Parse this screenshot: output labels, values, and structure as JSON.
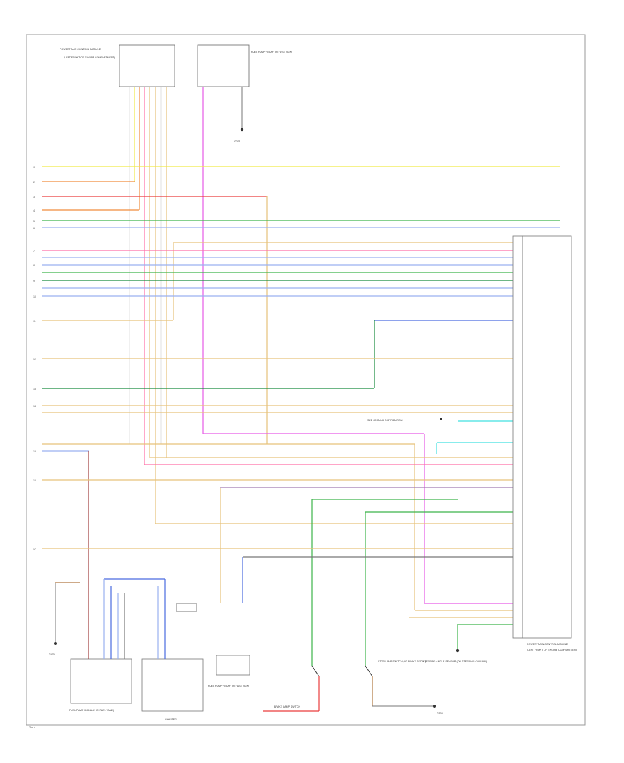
{
  "colors": {
    "yellow": "#f0ea46",
    "orange": "#f08c3c",
    "red": "#ea3c3c",
    "pink": "#ff6fa6",
    "magenta": "#e65be6",
    "violet": "#8a5ad6",
    "green": "#3cb44a",
    "darkgreen": "#168a3c",
    "cyan": "#42e0e0",
    "blue": "#4a6be0",
    "lightblue": "#9ab0f0",
    "tan": "#e6c27a",
    "brown": "#b07840",
    "darkred": "#a03c3c",
    "gray": "#777777",
    "black": "#222222"
  },
  "diagram": {
    "pcm_label": "POWERTRAIN CONTROL MODULE",
    "pcm_sub": "(LEFT FRONT OF ENGINE COMPARTMENT)",
    "cluster_label": "CLUSTER",
    "fuel_sender_label": "FUEL PUMP MODULE (IN FUEL TANK)",
    "fuel_pump_relay_label": "FUEL PUMP RELAY (IN FUSE BOX)",
    "brake_switch_label": "BRAKE LAMP SWITCH",
    "stop_lamp_label": "STOP LAMP SWITCH (AT BRAKE PEDAL)",
    "steering_sensor_label": "STEERING ANGLE SENSOR (ON STEERING COLUMN)",
    "ground_label_1": "G201",
    "ground_label_2": "G300",
    "ground_label_3": "G104",
    "note_label": "SEE GROUND DISTRIBUTION",
    "page_ref": "2 of 4"
  }
}
